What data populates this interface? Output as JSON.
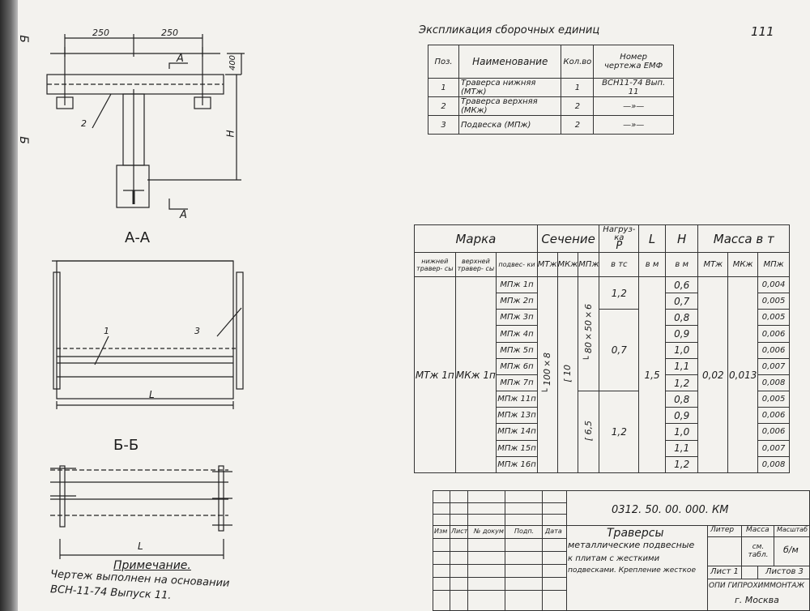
{
  "page_number": "111",
  "left_marks": {
    "top": "Б",
    "middle": "Б"
  },
  "drawing": {
    "dim_left": "250",
    "dim_right": "250",
    "dim_height": "400",
    "label_H": "H",
    "section_A": "A",
    "callout_2": "2",
    "section_AA_title": "А-А",
    "callout_1": "1",
    "callout_3": "3",
    "label_L1": "L",
    "section_BB_title": "Б-Б",
    "label_L2": "L"
  },
  "note": {
    "title": "Примечание.",
    "line1": "Чертеж выполнен на основании",
    "line2": "ВСН-11-74 Выпуск 11."
  },
  "explication": {
    "title": "Экспликация сборочных единиц",
    "headers": {
      "pos": "Поз.",
      "name": "Наименование",
      "qty": "Кол.во",
      "doc_line1": "Номер",
      "doc_line2": "чертежа ЕМФ"
    },
    "rows": [
      {
        "pos": "1",
        "name": "Траверса нижняя (МТж)",
        "qty": "1",
        "doc": "ВСН11-74 Вып. 11"
      },
      {
        "pos": "2",
        "name": "Траверса верхняя (МКж)",
        "qty": "2",
        "doc": "—»—"
      },
      {
        "pos": "3",
        "name": "Подвеска (МПж)",
        "qty": "2",
        "doc": "—»—"
      }
    ]
  },
  "main_table": {
    "h_marka": "Марка",
    "h_section": "Сечение",
    "h_load_1": "Нагруз-",
    "h_load_2": "ка",
    "h_load_3": "P",
    "h_L": "L",
    "h_H": "H",
    "h_mass": "Масса в т",
    "h_lower": "нижней травер- сы",
    "h_upper": "верхней травер- сы",
    "h_susp": "подвес- ки",
    "h_mtzh": "МТж",
    "h_mkzh": "МКж",
    "h_mpzh": "МПж",
    "h_load_unit": "в тс",
    "h_L_unit": "в м",
    "h_H_unit": "в м",
    "h_m_mtzh": "МТж",
    "h_m_mkzh": "МКж",
    "h_m_mpzh": "МПж",
    "lower_mark": "МТж 1п",
    "upper_mark": "МКж 1п",
    "sec_mtzh": "└ 100×8",
    "sec_mkzh": "[ 10",
    "sec_mpzh_top": "└ 80×50×6",
    "sec_mpzh_bottom": "[ 6,5",
    "load_top": "1,2",
    "load_mid": "0,7",
    "load_bottom": "1,2",
    "L_value": "1,5",
    "mass_mtzh": "0,02",
    "mass_mkzh": "0,013",
    "rows": [
      {
        "mark": "МПж 1п",
        "H": "0,6",
        "mass": "0,004"
      },
      {
        "mark": "МПж 2п",
        "H": "0,7",
        "mass": "0,005"
      },
      {
        "mark": "МПж 3п",
        "H": "0,8",
        "mass": "0,005"
      },
      {
        "mark": "МПж 4п",
        "H": "0,9",
        "mass": "0,006"
      },
      {
        "mark": "МПж 5п",
        "H": "1,0",
        "mass": "0,006"
      },
      {
        "mark": "МПж 6п",
        "H": "1,1",
        "mass": "0,007"
      },
      {
        "mark": "МПж 7п",
        "H": "1,2",
        "mass": "0,008"
      },
      {
        "mark": "МПж 11п",
        "H": "0,8",
        "mass": "0,005"
      },
      {
        "mark": "МПж 13п",
        "H": "0,9",
        "mass": "0,006"
      },
      {
        "mark": "МПж 14п",
        "H": "1,0",
        "mass": "0,006"
      },
      {
        "mark": "МПж 15п",
        "H": "1,1",
        "mass": "0,007"
      },
      {
        "mark": "МПж 16п",
        "H": "1,2",
        "mass": "0,008"
      }
    ]
  },
  "title_block": {
    "code": "0312. 50. 00. 000. КМ",
    "col_izm": "Изм",
    "col_list": "Лист",
    "col_doc": "№ докум",
    "col_sign": "Подп.",
    "col_date": "Дата",
    "name_line1": "Траверсы",
    "name_line2": "металлические подвесные",
    "name_line3": "к плитам с жесткими",
    "name_line4": "подвесками. Крепление жесткое",
    "h_liter": "Литер",
    "h_mass": "Масса",
    "h_scale": "Масштаб",
    "mass_value": "см. табл.",
    "scale_value": "б/м",
    "sheet": "Лист 1",
    "sheets": "Листов 3",
    "org_line1": "ОПИ ГИПРОХИММОНТАЖ",
    "org_line2": "г. Москва"
  }
}
